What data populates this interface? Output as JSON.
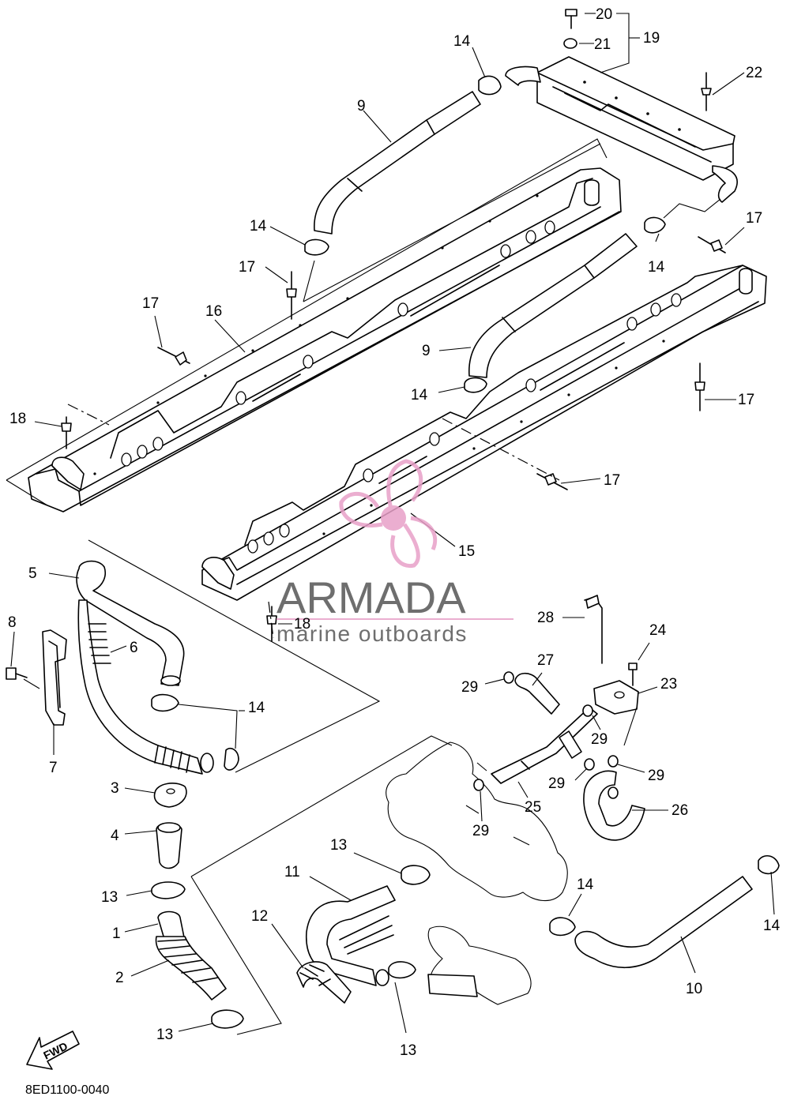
{
  "diagram": {
    "code": "8ED1100-0040",
    "fwd_label": "FWD",
    "watermark": {
      "brand": "ARMADA",
      "tagline": "marine outboards",
      "accent": "#e8a0c8",
      "text_color": "#555555"
    },
    "labels": {
      "l1": "1",
      "l2": "2",
      "l3": "3",
      "l4": "4",
      "l5": "5",
      "l6": "6",
      "l7": "7",
      "l8": "8",
      "l9a": "9",
      "l9b": "9",
      "l10": "10",
      "l11": "11",
      "l12": "12",
      "l13a": "13",
      "l13b": "13",
      "l13c": "13",
      "l13d": "13",
      "l14a": "14",
      "l14b": "14",
      "l14c": "14",
      "l14d": "14",
      "l14e": "14",
      "l14f": "14",
      "l14g": "14",
      "l15": "15",
      "l16": "16",
      "l17a": "17",
      "l17b": "17",
      "l17c": "17",
      "l17d": "17",
      "l17e": "17",
      "l18a": "18",
      "l18b": "18",
      "l19": "19",
      "l20": "20",
      "l21": "21",
      "l22": "22",
      "l23": "23",
      "l24": "24",
      "l25": "25",
      "l26": "26",
      "l27": "27",
      "l28": "28",
      "l29a": "29",
      "l29b": "29",
      "l29c": "29",
      "l29d": "29",
      "l29e": "29"
    }
  }
}
